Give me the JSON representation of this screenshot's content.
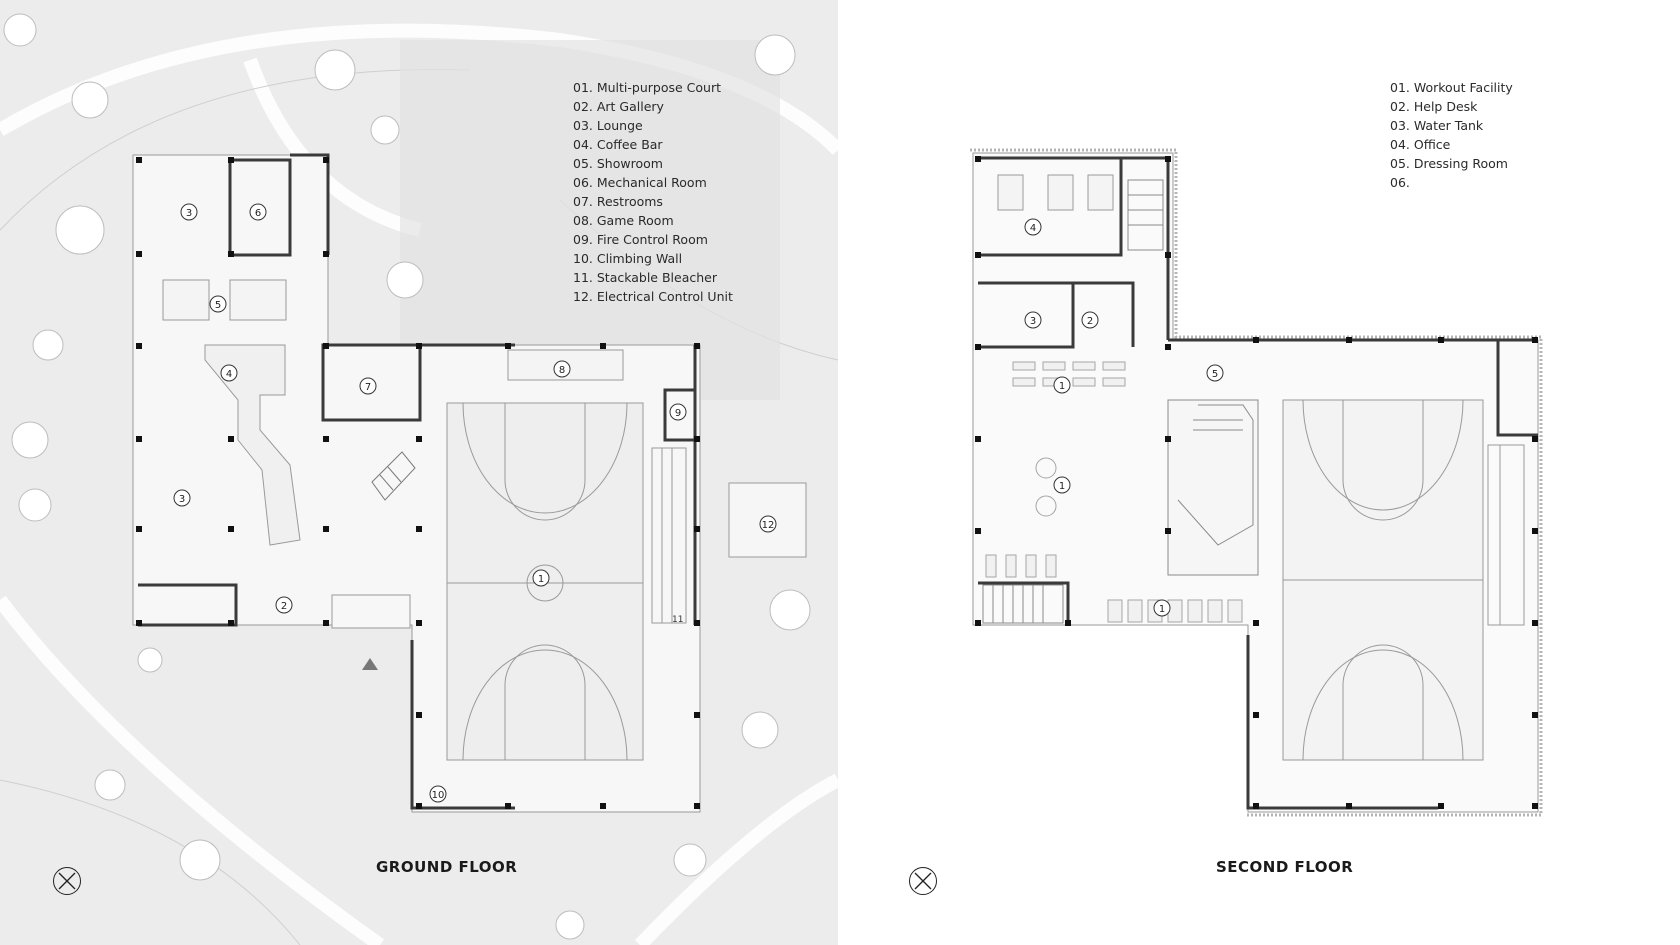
{
  "ground_floor": {
    "title": "GROUND FLOOR",
    "legend": [
      "01. Multi-purpose Court",
      "02. Art Gallery",
      "03. Lounge",
      "04. Coffee Bar",
      "05. Showroom",
      "06. Mechanical Room",
      "07. Restrooms",
      "08. Game Room",
      "09. Fire Control Room",
      "10. Climbing Wall",
      "11. Stackable Bleacher",
      "12. Electrical Control Unit"
    ],
    "room_markers": [
      "3",
      "6",
      "5",
      "4",
      "3",
      "7",
      "8",
      "9",
      "1",
      "2",
      "10",
      "12"
    ],
    "bleacher_label": "11"
  },
  "second_floor": {
    "title": "SECOND FLOOR",
    "legend": [
      "01. Workout Facility",
      "02. Help Desk",
      "03. Water Tank",
      "04. Office",
      "05. Dressing Room",
      "06."
    ],
    "room_markers": [
      "4",
      "3",
      "2",
      "1",
      "1",
      "5",
      "1"
    ]
  },
  "icons": {
    "north_arrow": "north-arrow-icon",
    "entrance": "entrance-triangle-icon"
  },
  "colors": {
    "site_background": "#ececec",
    "wall": "#3a3a3a",
    "column": "#111111",
    "line": "#9a9a9a"
  }
}
